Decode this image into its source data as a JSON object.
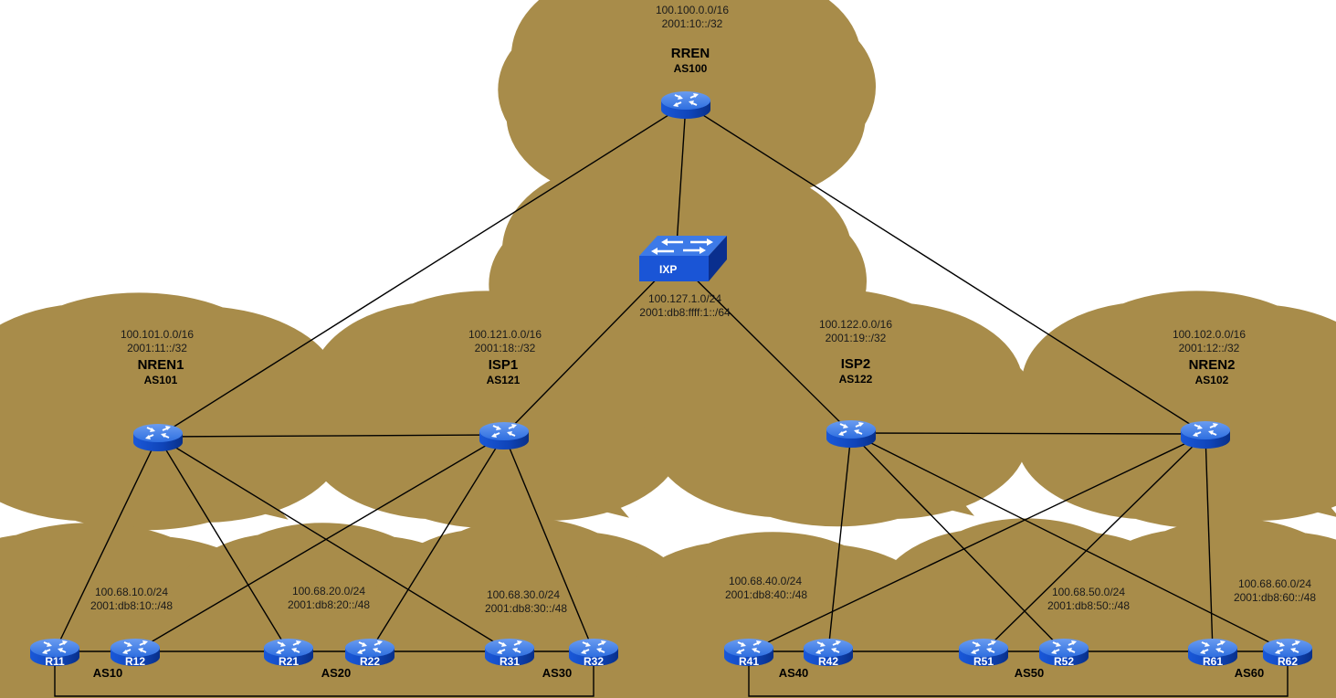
{
  "diagram": {
    "title": "Multi-AS BGP Lab Topology",
    "colors": {
      "cloud_fill": "#fde4a6",
      "cloud_stroke": "#a88c4a",
      "router_top": "#3f7fe6",
      "router_side": "#0d3ea8",
      "link": "#000000",
      "switch_front": "#1a55d6",
      "switch_top": "#3d7ae8",
      "switch_side": "#0a2f8e"
    }
  },
  "clouds": [
    {
      "id": "rren",
      "name": "RREN",
      "asn": "AS100",
      "ipv4": "100.100.0.0/16",
      "ipv6": "2001:10::/32"
    },
    {
      "id": "ixp",
      "name": "IXP",
      "ipv4": "100.127.1.0/24",
      "ipv6": "2001:db8:ffff:1::/64"
    },
    {
      "id": "nren1",
      "name": "NREN1",
      "asn": "AS101",
      "ipv4": "100.101.0.0/16",
      "ipv6": "2001:11::/32"
    },
    {
      "id": "isp1",
      "name": "ISP1",
      "asn": "AS121",
      "ipv4": "100.121.0.0/16",
      "ipv6": "2001:18::/32"
    },
    {
      "id": "isp2",
      "name": "ISP2",
      "asn": "AS122",
      "ipv4": "100.122.0.0/16",
      "ipv6": "2001:19::/32"
    },
    {
      "id": "nren2",
      "name": "NREN2",
      "asn": "AS102",
      "ipv4": "100.102.0.0/16",
      "ipv6": "2001:12::/32"
    },
    {
      "id": "as10",
      "asn": "AS10",
      "ipv4": "100.68.10.0/24",
      "ipv6": "2001:db8:10::/48"
    },
    {
      "id": "as20",
      "asn": "AS20",
      "ipv4": "100.68.20.0/24",
      "ipv6": "2001:db8:20::/48"
    },
    {
      "id": "as30",
      "asn": "AS30",
      "ipv4": "100.68.30.0/24",
      "ipv6": "2001:db8:30::/48"
    },
    {
      "id": "as40",
      "asn": "AS40",
      "ipv4": "100.68.40.0/24",
      "ipv6": "2001:db8:40::/48"
    },
    {
      "id": "as50",
      "asn": "AS50",
      "ipv4": "100.68.50.0/24",
      "ipv6": "2001:db8:50::/48"
    },
    {
      "id": "as60",
      "asn": "AS60",
      "ipv4": "100.68.60.0/24",
      "ipv6": "2001:db8:60::/48"
    }
  ],
  "routers": [
    {
      "id": "rren",
      "label": ""
    },
    {
      "id": "nren1",
      "label": ""
    },
    {
      "id": "isp1",
      "label": ""
    },
    {
      "id": "isp2",
      "label": ""
    },
    {
      "id": "nren2",
      "label": ""
    },
    {
      "id": "R11",
      "label": "R11"
    },
    {
      "id": "R12",
      "label": "R12"
    },
    {
      "id": "R21",
      "label": "R21"
    },
    {
      "id": "R22",
      "label": "R22"
    },
    {
      "id": "R31",
      "label": "R31"
    },
    {
      "id": "R32",
      "label": "R32"
    },
    {
      "id": "R41",
      "label": "R41"
    },
    {
      "id": "R42",
      "label": "R42"
    },
    {
      "id": "R51",
      "label": "R51"
    },
    {
      "id": "R52",
      "label": "R52"
    },
    {
      "id": "R61",
      "label": "R61"
    },
    {
      "id": "R62",
      "label": "R62"
    }
  ],
  "switch": {
    "id": "ixp",
    "label": "IXP"
  },
  "links": [
    [
      "rren",
      "ixp"
    ],
    [
      "rren",
      "nren1"
    ],
    [
      "rren",
      "nren2"
    ],
    [
      "ixp",
      "isp1"
    ],
    [
      "ixp",
      "isp2"
    ],
    [
      "nren1",
      "isp1"
    ],
    [
      "isp2",
      "nren2"
    ],
    [
      "nren1",
      "R11"
    ],
    [
      "nren1",
      "R21"
    ],
    [
      "nren1",
      "R31"
    ],
    [
      "isp1",
      "R12"
    ],
    [
      "isp1",
      "R22"
    ],
    [
      "isp1",
      "R32"
    ],
    [
      "isp2",
      "R42"
    ],
    [
      "isp2",
      "R52"
    ],
    [
      "isp2",
      "R62"
    ],
    [
      "nren2",
      "R41"
    ],
    [
      "nren2",
      "R51"
    ],
    [
      "nren2",
      "R61"
    ],
    [
      "R11",
      "R12"
    ],
    [
      "R21",
      "R22"
    ],
    [
      "R31",
      "R32"
    ],
    [
      "R41",
      "R42"
    ],
    [
      "R51",
      "R52"
    ],
    [
      "R61",
      "R62"
    ],
    [
      "R12",
      "R21"
    ],
    [
      "R22",
      "R31"
    ],
    [
      "R42",
      "R51"
    ],
    [
      "R52",
      "R61"
    ],
    [
      "R11",
      "R32"
    ],
    [
      "R41",
      "R62"
    ]
  ]
}
